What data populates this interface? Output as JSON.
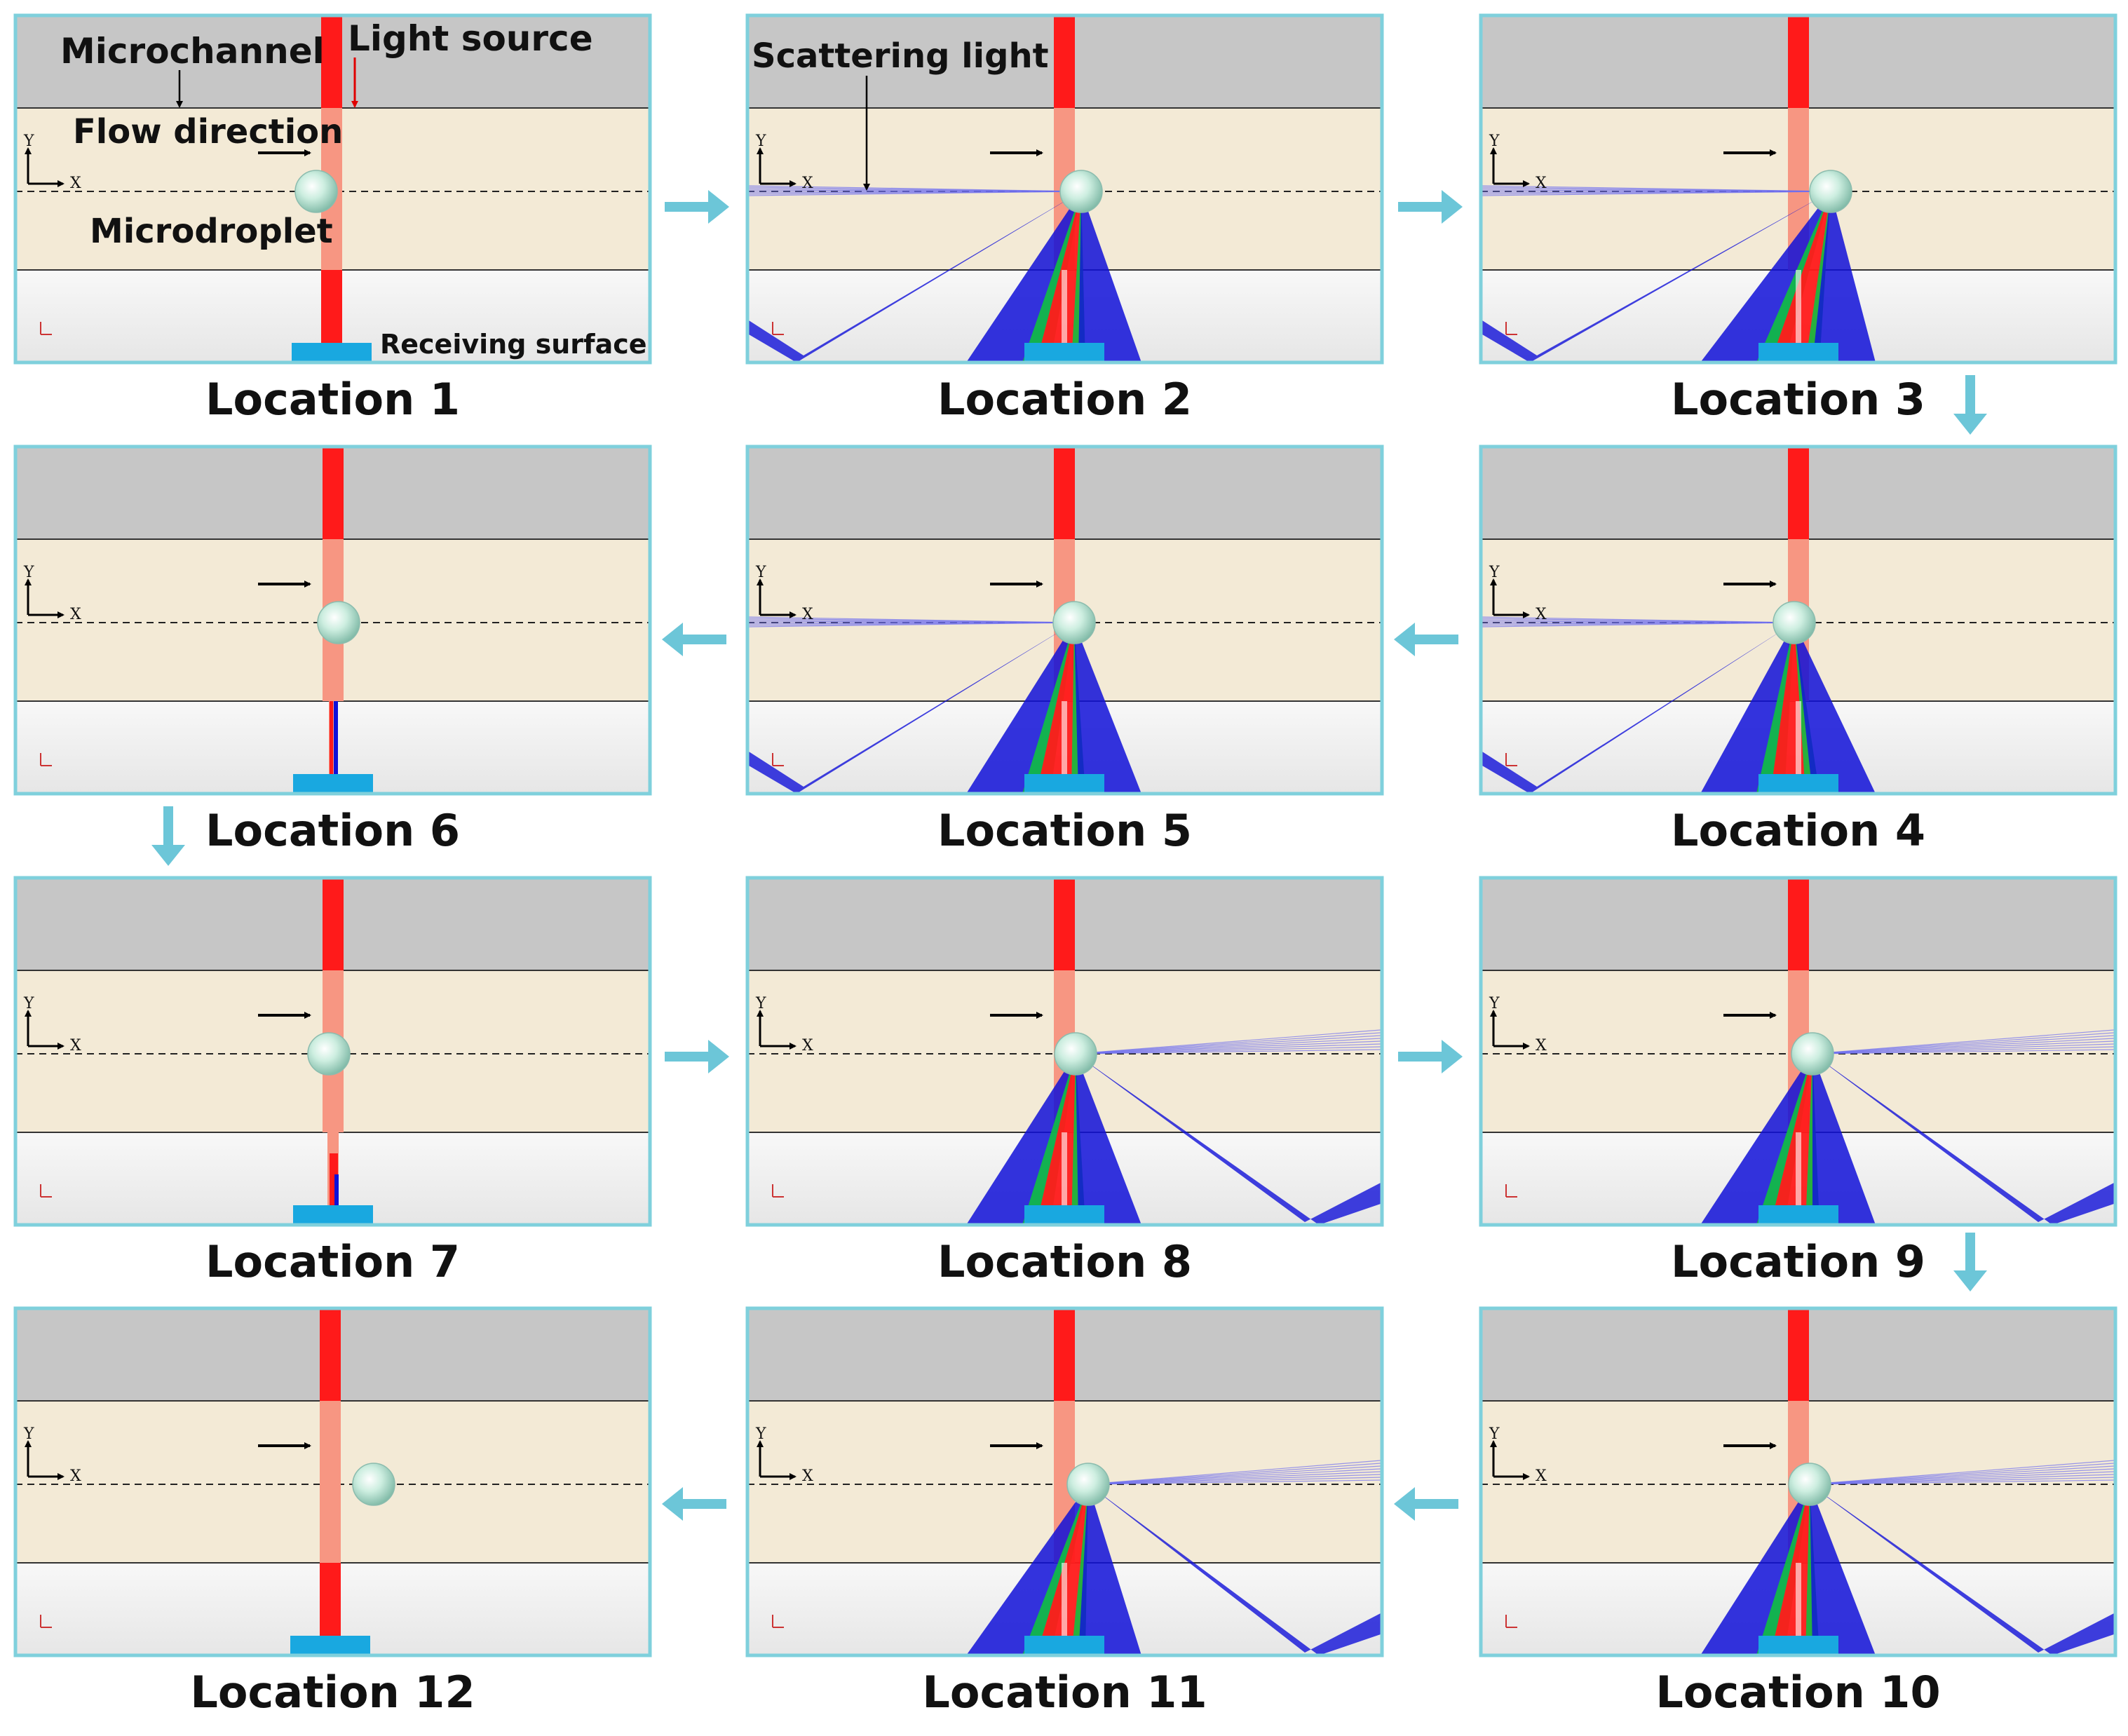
{
  "annotations": {
    "microchannel": "Microchannel",
    "light_source": "Light source",
    "flow_direction": "Flow direction",
    "microdroplet": "Microdroplet",
    "receiving_surface": "Receiving surface",
    "scattering_light": "Scattering light"
  },
  "axes": {
    "y": "Y",
    "x": "X"
  },
  "locations": [
    {
      "label": "Location 1",
      "scatter": "none"
    },
    {
      "label": "Location 2",
      "scatter": "left"
    },
    {
      "label": "Location 3",
      "scatter": "left"
    },
    {
      "label": "Location 6",
      "scatter": "none"
    },
    {
      "label": "Location 5",
      "scatter": "left"
    },
    {
      "label": "Location 4",
      "scatter": "left"
    },
    {
      "label": "Location 7",
      "scatter": "none"
    },
    {
      "label": "Location 8",
      "scatter": "right"
    },
    {
      "label": "Location 9",
      "scatter": "right"
    },
    {
      "label": "Location 12",
      "scatter": "none"
    },
    {
      "label": "Location 11",
      "scatter": "right"
    },
    {
      "label": "Location 10",
      "scatter": "right"
    }
  ],
  "colors": {
    "panel_border": "#7fd0dc",
    "wall": "#c6c6c6",
    "channel": "#f3ead6",
    "lower_region": "#f2f2f2",
    "light_beam": "#ff1a1a",
    "beam_inside": "#f79682",
    "scatter_blue": "#1010d8",
    "scatter_green": "#10c040",
    "receiver": "#19a8e0",
    "flow_arrow": "#6cc6d8",
    "droplet": "#bfe6d6"
  }
}
